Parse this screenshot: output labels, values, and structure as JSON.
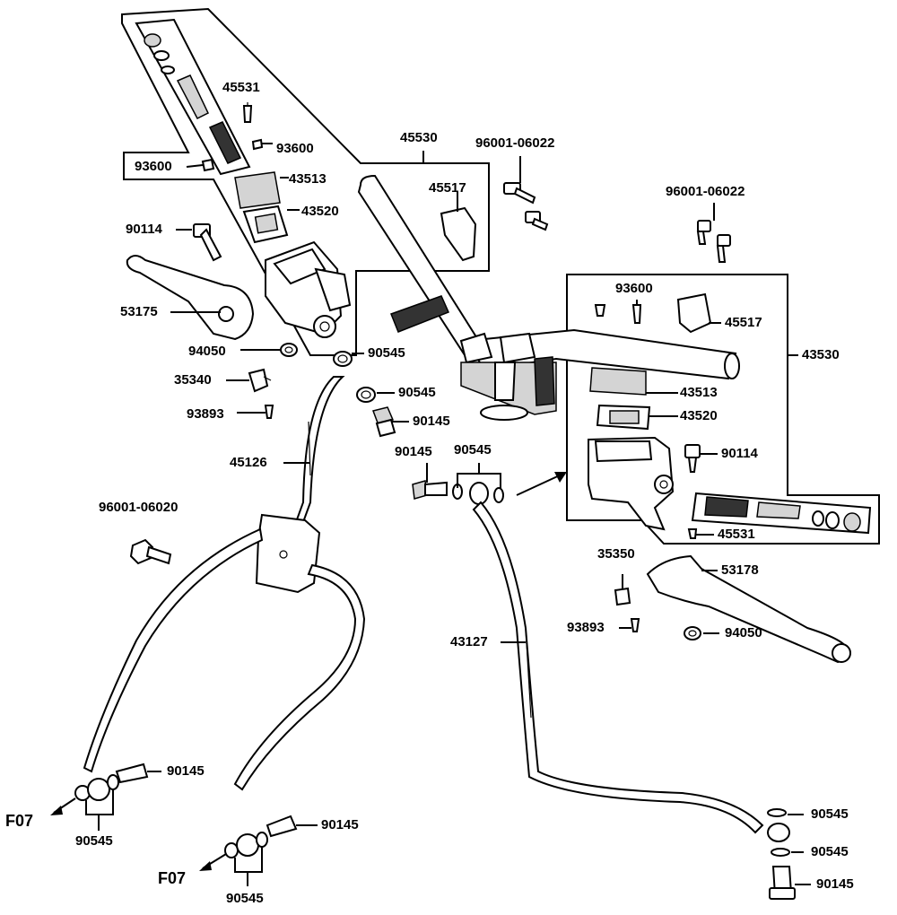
{
  "labels": {
    "l_45531_top": "45531",
    "l_93600_top": "93600",
    "l_93600_left": "93600",
    "l_43513_left": "43513",
    "l_43520_left": "43520",
    "l_90114_left": "90114",
    "l_53175": "53175",
    "l_94050_left": "94050",
    "l_35340": "35340",
    "l_93893_left": "93893",
    "l_90545_a": "90545",
    "l_90545_b": "90545",
    "l_90145_a": "90145",
    "l_45530": "45530",
    "l_45517_left": "45517",
    "l_96001_06022_a": "96001-06022",
    "l_96001_06022_b": "96001-06022",
    "l_93600_right": "93600",
    "l_45517_right": "45517",
    "l_43530": "43530",
    "l_43513_right": "43513",
    "l_43520_right": "43520",
    "l_90114_right": "90114",
    "l_45531_right": "45531",
    "l_90145_mid": "90145",
    "l_90545_mid": "90545",
    "l_45126": "45126",
    "l_96001_06020": "96001-06020",
    "l_35350": "35350",
    "l_53178": "53178",
    "l_93893_right": "93893",
    "l_94050_right": "94050",
    "l_43127": "43127",
    "l_90145_bl1": "90145",
    "l_90145_bl2": "90145",
    "l_90545_bl1": "90545",
    "l_90545_bl2": "90545",
    "l_F07_a": "F07",
    "l_F07_b": "F07",
    "l_90545_br1": "90545",
    "l_90545_br2": "90545",
    "l_90145_br": "90145"
  }
}
